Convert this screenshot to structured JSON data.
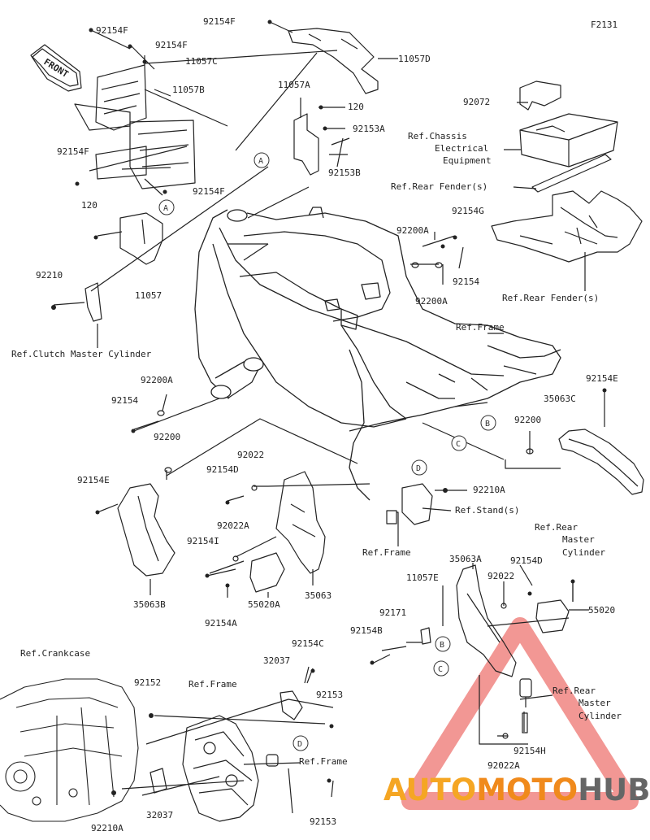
{
  "figure_code": "F2131",
  "front_label": "FRONT",
  "watermark": {
    "part1": "AUTO",
    "part2": "MOTO",
    "part3": "HUB",
    "color_light": "#f5a623",
    "color_mid": "#f08a1c",
    "color_dark": "#666666",
    "triangle_color": "#e8413c"
  },
  "callouts": {
    "A": "A",
    "B": "B",
    "C": "C",
    "D": "D"
  },
  "labels": {
    "p92154F_a": "92154F",
    "p92154F_b": "92154F",
    "p11057C": "11057C",
    "p11057B": "11057B",
    "p92154F_c": "92154F",
    "p92154F_d": "92154F",
    "p92154F_e": "92154F",
    "p11057D": "11057D",
    "p11057A": "11057A",
    "p120_a": "120",
    "p92153A": "92153A",
    "p92153B": "92153B",
    "p92072": "92072",
    "ref_chassis_1": "Ref.Chassis",
    "ref_chassis_2": "Electrical",
    "ref_chassis_3": "Equipment",
    "ref_rear_fender_a": "Ref.Rear Fender(s)",
    "ref_rear_fender_b": "Ref.Rear Fender(s)",
    "p120_b": "120",
    "p92154G": "92154G",
    "p92200A_a": "92200A",
    "p92154": "92154",
    "p92200A_b": "92200A",
    "p92210": "92210",
    "p11057": "11057",
    "ref_clutch": "Ref.Clutch Master Cylinder",
    "ref_frame_a": "Ref.Frame",
    "p92154E_a": "92154E",
    "p35063C": "35063C",
    "p92200A_c": "92200A",
    "p92154_b": "92154",
    "p92200_a": "92200",
    "p92200_b": "92200",
    "p92022": "92022",
    "p92154D": "92154D",
    "p92154E_b": "92154E",
    "p92210A_a": "92210A",
    "ref_stand": "Ref.Stand(s)",
    "p92022A_a": "92022A",
    "p92154I": "92154I",
    "p55020A": "55020A",
    "p35063": "35063",
    "ref_frame_b": "Ref.Frame",
    "p35063B": "35063B",
    "p92154A": "92154A",
    "ref_rear_master_1": "Ref.Rear",
    "ref_rear_master_2": "Master",
    "ref_rear_master_3": "Cylinder",
    "p35063A": "35063A",
    "p92154D_b": "92154D",
    "p92022_b": "92022",
    "p11057E": "11057E",
    "p55020": "55020",
    "p92171": "92171",
    "p92154B": "92154B",
    "ref_crankcase": "Ref.Crankcase",
    "p32037_a": "32037",
    "p92154C": "92154C",
    "p92152": "92152",
    "ref_frame_c": "Ref.Frame",
    "p92153_a": "92153",
    "ref_frame_d": "Ref.Frame",
    "ref_rear_master2_1": "Ref.Rear",
    "ref_rear_master2_2": "Master",
    "ref_rear_master2_3": "Cylinder",
    "p92154H": "92154H",
    "p92022A_b": "92022A",
    "p92210A_b": "92210A",
    "p32037_b": "32037",
    "p92153_b": "92153"
  }
}
